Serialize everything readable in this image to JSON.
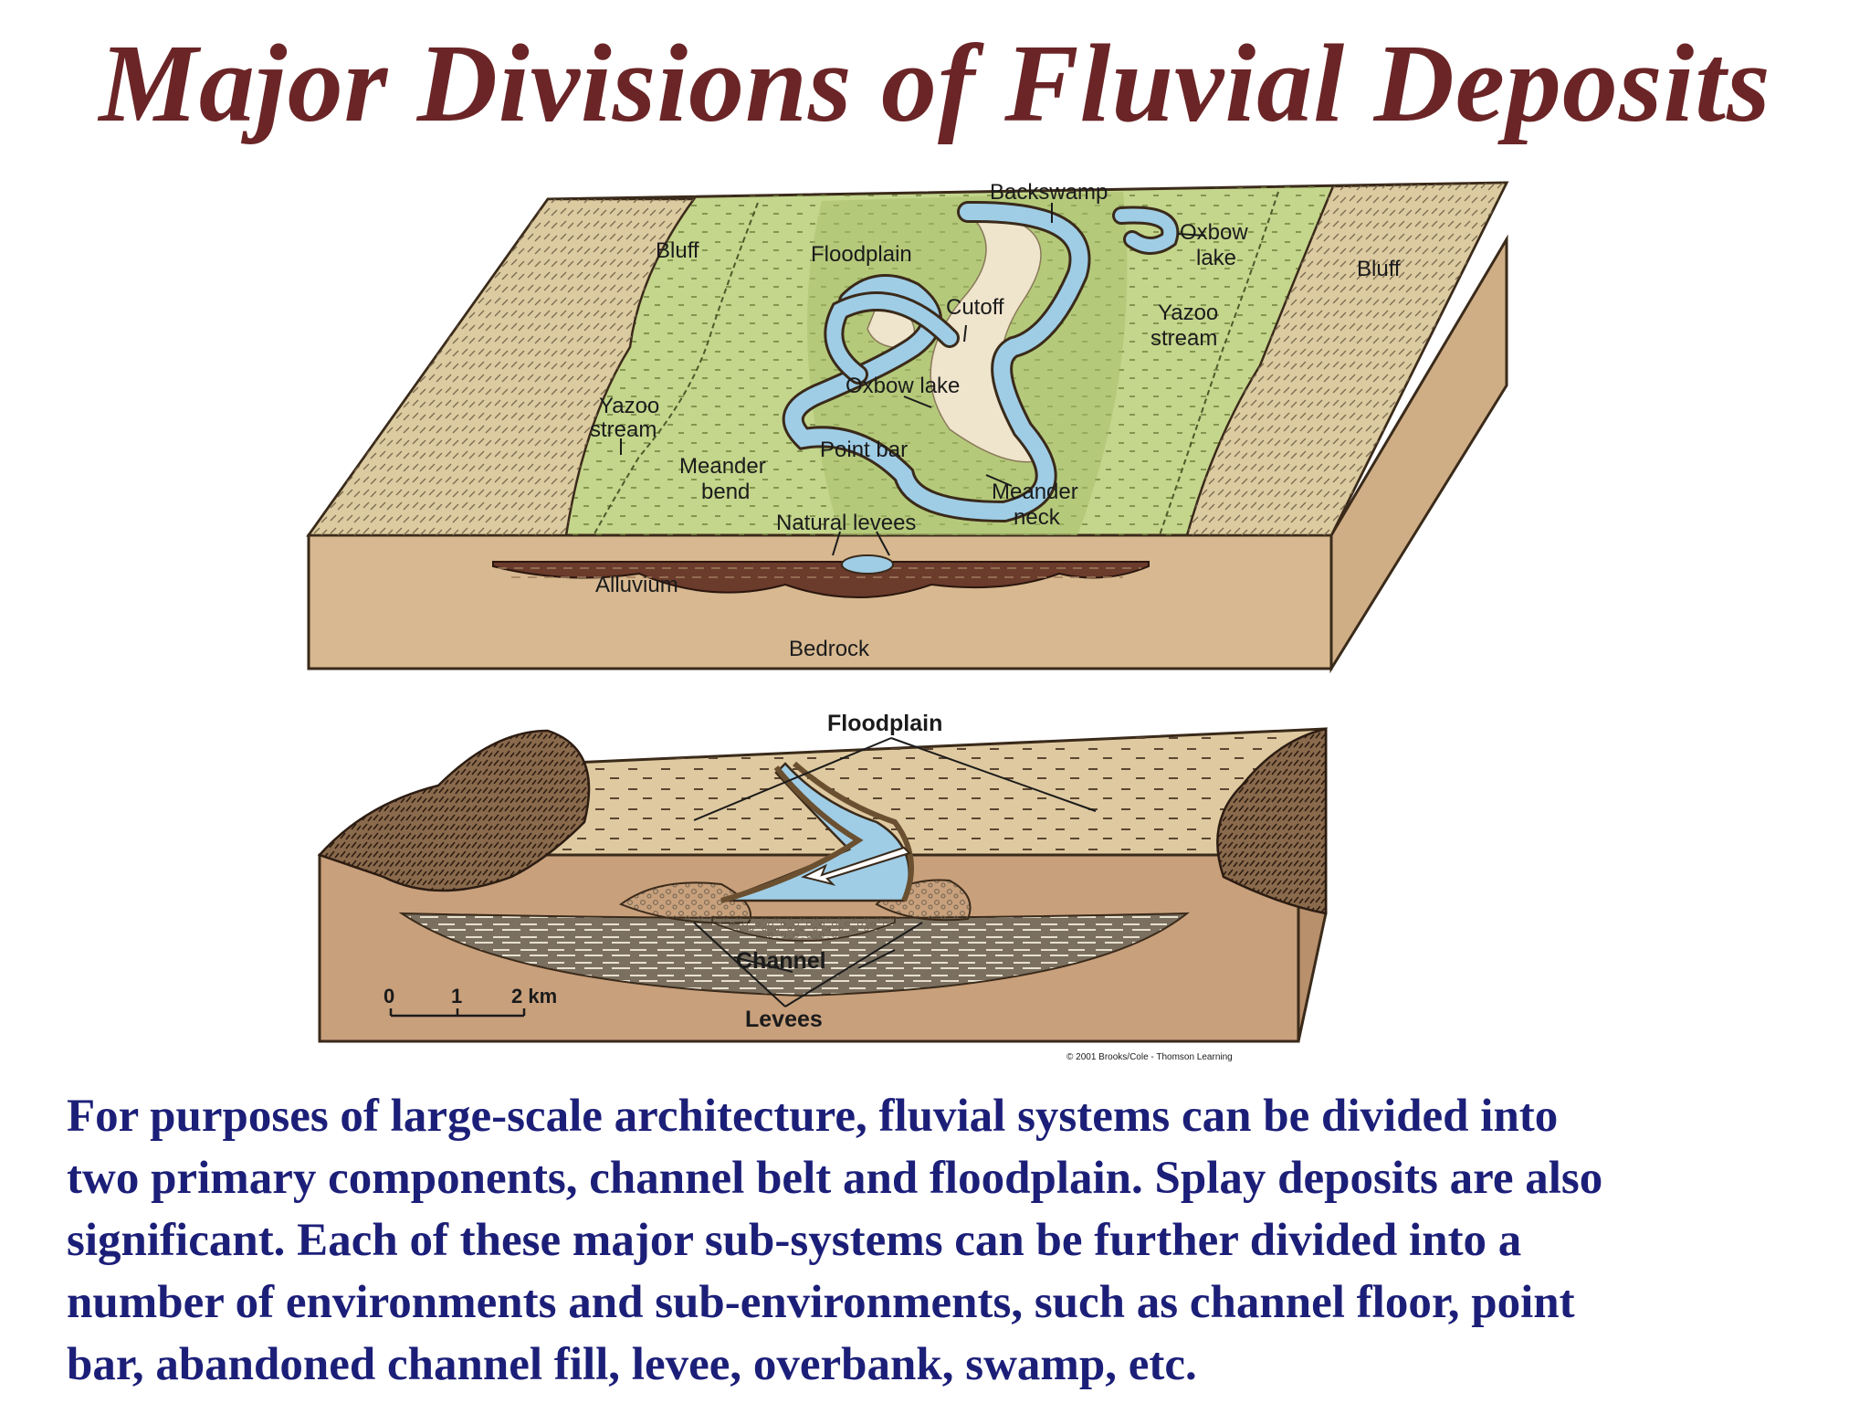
{
  "title": "Major Divisions of Fluvial Deposits",
  "top_diagram": {
    "labels": {
      "backswamp": "Backswamp",
      "bluff_left": "Bluff",
      "bluff_right": "Bluff",
      "floodplain": "Floodplain",
      "oxbow_lake_right_1": "Oxbow",
      "oxbow_lake_right_2": "lake",
      "cutoff": "Cutoff",
      "yazoo_right_1": "Yazoo",
      "yazoo_right_2": "stream",
      "oxbow_lake_center": "Oxbow lake",
      "yazoo_left_1": "Yazoo",
      "yazoo_left_2": "stream",
      "point_bar": "Point bar",
      "meander_bend_1": "Meander",
      "meander_bend_2": "bend",
      "meander_neck_1": "Meander",
      "meander_neck_2": "neck",
      "natural_levees": "Natural levees",
      "alluvium": "Alluvium",
      "bedrock": "Bedrock"
    }
  },
  "bottom_diagram": {
    "labels": {
      "floodplain": "Floodplain",
      "channel": "Channel",
      "levees": "Levees",
      "scale_0": "0",
      "scale_1": "1",
      "scale_2": "2 km",
      "copyright": "© 2001 Brooks/Cole - Thomson Learning"
    }
  },
  "caption_lines": [
    "For purposes of large-scale architecture, fluvial systems can be divided into",
    "two primary components, channel belt and floodplain.  Splay deposits are also",
    "significant.  Each of these major sub-systems can be further divided into a",
    "number of environments and sub-environments, such as channel floor, point",
    "bar, abandoned channel fill, levee, overbank,  swamp, etc."
  ],
  "colors": {
    "title": "#6b2527",
    "caption": "#1c1f78",
    "floodplain_green": "#c4d58c",
    "bluff_tan": "#dccaa0",
    "water": "#9fcde6",
    "sediment_brown": "#6b3b2b",
    "bedrock": "#d7b890"
  }
}
